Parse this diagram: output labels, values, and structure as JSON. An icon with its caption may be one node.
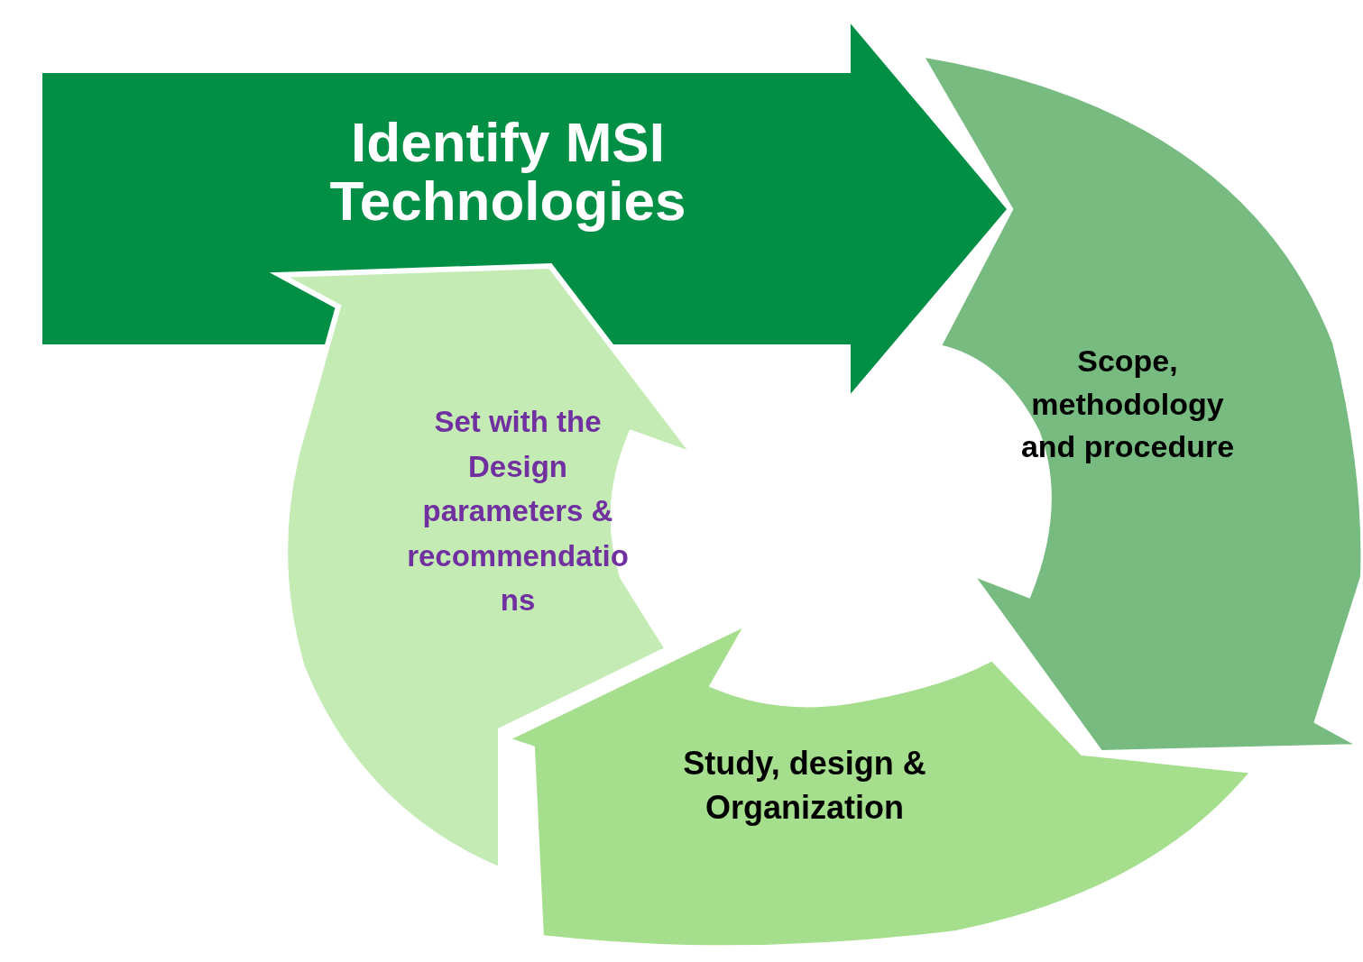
{
  "diagram": {
    "nodes": [
      {
        "text": [
          "Identify MSI Technologies"
        ]
      },
      {
        "text": [
          "Scope, methodology and procedure"
        ]
      },
      {
        "text": [
          "Study, design & Organization"
        ]
      },
      {
        "text": [
          "Set with the Design parameters & recommendations"
        ]
      }
    ]
  }
}
